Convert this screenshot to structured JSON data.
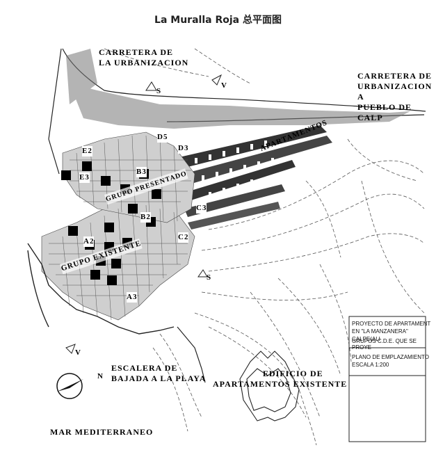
{
  "title": "La Muralla Roja 总平面图",
  "labels": {
    "road_top_left": [
      "CARRETERA DE",
      "LA URBANIZACION"
    ],
    "road_top_right": [
      "CARRETERA DE",
      "URBANIZACION A",
      "PUEBLO DE CALP"
    ],
    "apartments": "APARTAMENTOS",
    "group_presented": "GRUPO PRESENTADO",
    "group_existing": "GRUPO EXISTENTE",
    "stair": [
      "ESCALERA DE",
      "BAJADA A LA PLAYA"
    ],
    "building_existing": [
      "EDIFICIO DE",
      "APARTAMENTOS EXISTENTE"
    ],
    "sea": "MAR MEDITERRANEO",
    "compass_letter": "N",
    "section_marks": [
      "S",
      "S",
      "V",
      "V"
    ]
  },
  "block_letters": [
    "E2",
    "E3",
    "D3",
    "D5",
    "B3",
    "B2",
    "C3",
    "C2",
    "A2",
    "A3"
  ],
  "title_block": {
    "project": [
      "PROYECTO DE APARTAMENT",
      "EN \"LA MANZANERA\" CALPE(ALI"
    ],
    "groups": "GRUPOS C.D.E. QUE SE PROYE",
    "plan": [
      "PLANO DE EMPLAZAMIENTO",
      "ESCALA 1:200"
    ]
  }
}
